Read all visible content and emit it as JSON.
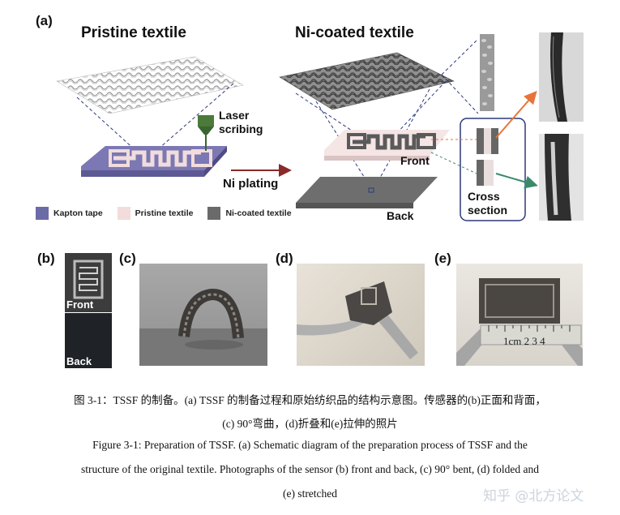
{
  "figure": {
    "panel_a": {
      "label": "(a)",
      "title_left": "Pristine textile",
      "title_right": "Ni-coated textile",
      "laser_label_line1": "Laser",
      "laser_label_line2": "scribing",
      "ni_plating_label": "Ni plating",
      "front_label": "Front",
      "back_label": "Back",
      "cross_line1": "Cross",
      "cross_line2": "section",
      "legend": [
        {
          "label": "Kapton tape",
          "color": "#6d6aa8"
        },
        {
          "label": "Pristine textile",
          "color": "#f2dcdc"
        },
        {
          "label": "Ni-coated textile",
          "color": "#6a6a6a"
        }
      ]
    },
    "panel_b": {
      "label": "(b)",
      "front": "Front",
      "back": "Back"
    },
    "panel_c": {
      "label": "(c)"
    },
    "panel_d": {
      "label": "(d)"
    },
    "panel_e": {
      "label": "(e)",
      "ruler_text": "1cm 2  3  4"
    }
  },
  "caption": {
    "cn_line1": "图 3-1：TSSF 的制备。(a) TSSF 的制备过程和原始纺织品的结构示意图。传感器的(b)正面和背面，",
    "cn_line2": "(c) 90°弯曲，(d)折叠和(e)拉伸的照片",
    "en_line1": "Figure 3-1: Preparation of TSSF. (a) Schematic diagram of the preparation process of TSSF and the",
    "en_line2": "structure of the original textile. Photographs of the sensor (b) front and back, (c) 90° bent, (d) folded and",
    "en_line3": "(e) stretched"
  },
  "watermark": "知乎 @北方论文"
}
